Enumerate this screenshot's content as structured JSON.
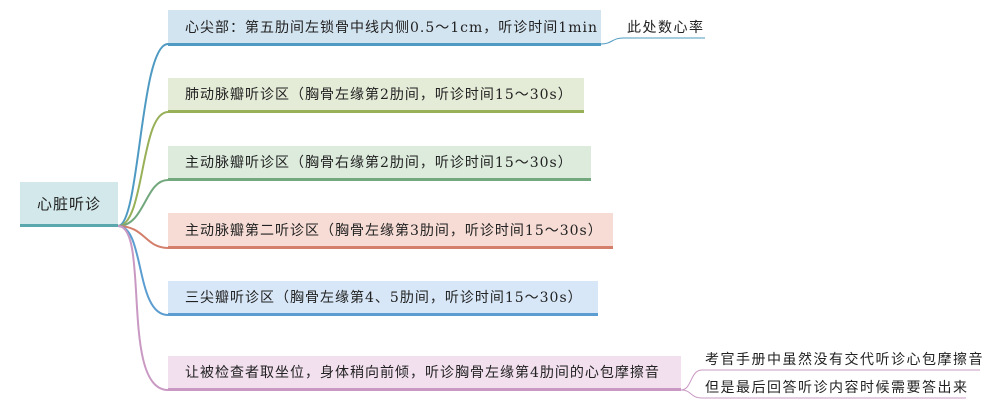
{
  "mindmap": {
    "root": {
      "label": "心脏听诊",
      "color": "#5aa7ad",
      "fill": "#d3e8ea"
    },
    "branches": [
      {
        "label": "心尖部：第五肋间左锁骨中线内侧0.5～1cm，听诊时间1min",
        "fill": "#d3e4f1",
        "color": "#4e9ac2",
        "notes": [
          "此处数心率"
        ]
      },
      {
        "label": "肺动脉瓣听诊区（胸骨左缘第2肋间，听诊时间15～30s）",
        "fill": "#e4ebd6",
        "color": "#98b058",
        "notes": []
      },
      {
        "label": "主动脉瓣听诊区（胸骨右缘第2肋间，听诊时间15～30s）",
        "fill": "#dcebdc",
        "color": "#73a77d",
        "notes": []
      },
      {
        "label": "主动脉瓣第二听诊区（胸骨左缘第3肋间，听诊时间15～30s）",
        "fill": "#f6dcd5",
        "color": "#d47f6c",
        "notes": []
      },
      {
        "label": "三尖瓣听诊区（胸骨左缘第4、5肋间，听诊时间15～30s）",
        "fill": "#d7e7f7",
        "color": "#5b9dd0",
        "notes": []
      },
      {
        "label": "让被检查者取坐位，身体稍向前倾，听诊胸骨左缘第4肋间的心包摩擦音",
        "fill": "#f2e0ef",
        "color": "#c999c3",
        "notes": [
          "考官手册中虽然没有交代听诊心包摩擦音",
          "但是最后回答听诊内容时候需要答出来"
        ]
      }
    ]
  }
}
